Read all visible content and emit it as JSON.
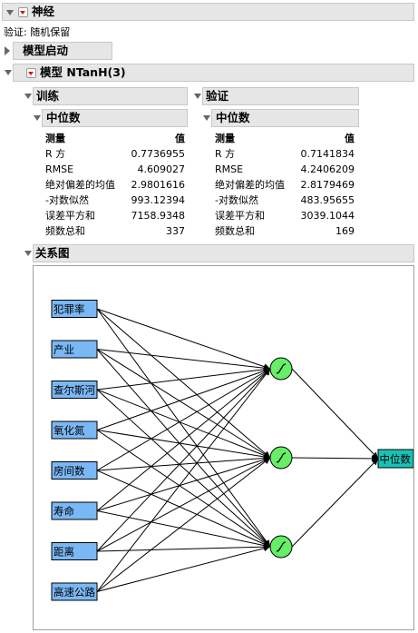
{
  "report": {
    "title": "神经",
    "validation_label": "验证: 随机保留",
    "model_launch_label": "模型启动",
    "model_title": "模型 NTanH(3)"
  },
  "training": {
    "title": "训练",
    "subtitle": "中位数",
    "header": {
      "measure": "测量",
      "value": "值"
    },
    "rows": [
      {
        "label": "R 方",
        "value": "0.7736955"
      },
      {
        "label": "RMSE",
        "value": "4.609027"
      },
      {
        "label": "绝对偏差的均值",
        "value": "2.9801616"
      },
      {
        "label": "-对数似然",
        "value": "993.12394"
      },
      {
        "label": "误差平方和",
        "value": "7158.9348"
      },
      {
        "label": "频数总和",
        "value": "337"
      }
    ]
  },
  "validation": {
    "title": "验证",
    "subtitle": "中位数",
    "header": {
      "measure": "测量",
      "value": "值"
    },
    "rows": [
      {
        "label": "R 方",
        "value": "0.7141834"
      },
      {
        "label": "RMSE",
        "value": "4.2406209"
      },
      {
        "label": "绝对偏差的均值",
        "value": "2.8179469"
      },
      {
        "label": "-对数似然",
        "value": "483.95655"
      },
      {
        "label": "误差平方和",
        "value": "3039.1044"
      },
      {
        "label": "频数总和",
        "value": "169"
      }
    ]
  },
  "diagram": {
    "title": "关系图",
    "inputs": [
      "犯罪率",
      "产业",
      "查尔斯河",
      "氧化氮",
      "房间数",
      "寿命",
      "距离",
      "高速公路"
    ],
    "hidden_count": 3,
    "output": "中位数",
    "colors": {
      "input_box": "#7ab8f5",
      "hidden_node": "#66ee66",
      "output_box": "#19c2b4"
    }
  }
}
